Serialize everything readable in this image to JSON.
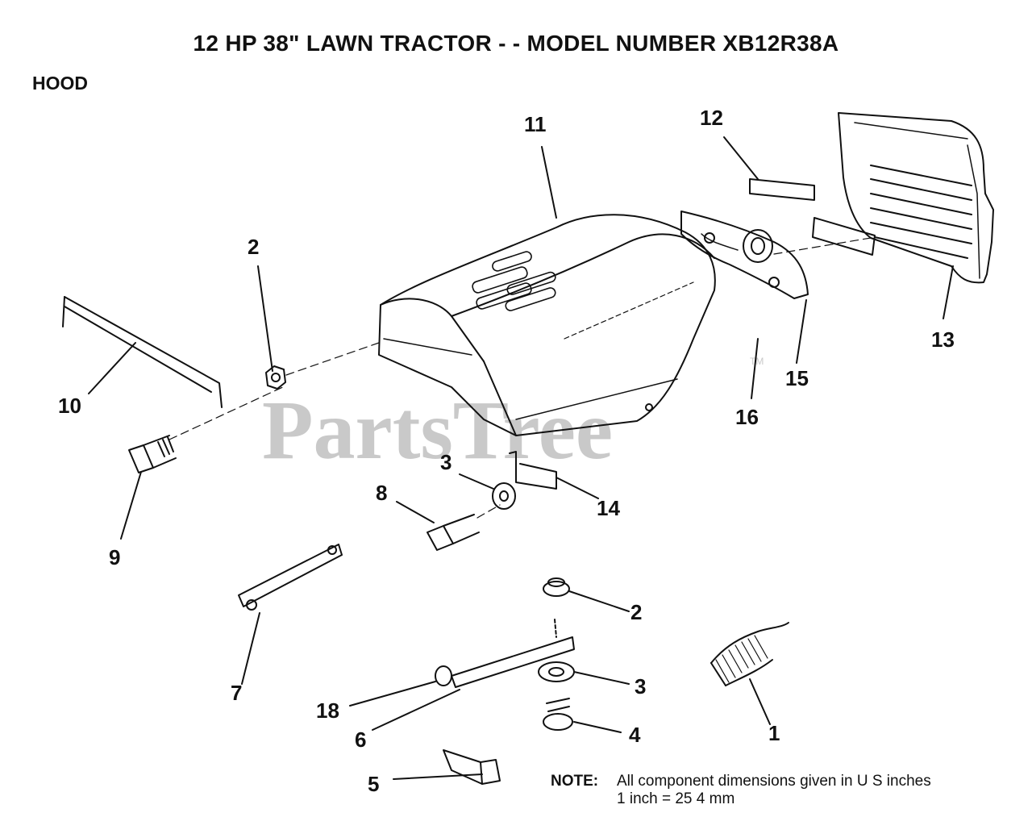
{
  "title": "12 HP 38\" LAWN TRACTOR - - MODEL NUMBER XB12R38A",
  "section": "HOOD",
  "watermark": "PartsTree",
  "watermark_tm": "TM",
  "note": {
    "label": "NOTE:",
    "line1": "All component dimensions given in U S inches",
    "line2": "1 inch = 25 4 mm"
  },
  "callouts": {
    "c1": "1",
    "c2a": "2",
    "c2b": "2",
    "c3a": "3",
    "c3b": "3",
    "c4": "4",
    "c5": "5",
    "c6": "6",
    "c7": "7",
    "c8": "8",
    "c9": "9",
    "c10": "10",
    "c11": "11",
    "c12": "12",
    "c13": "13",
    "c14": "14",
    "c15": "15",
    "c16": "16",
    "c18": "18"
  }
}
